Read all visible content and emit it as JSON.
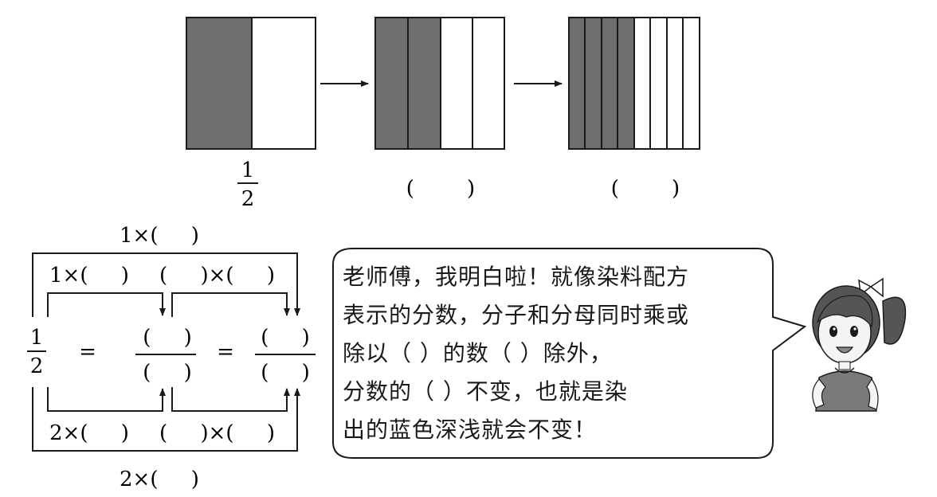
{
  "strip": {
    "fraction_num": "1",
    "fraction_den": "2",
    "blank_2": "(        )",
    "blank_3": "(        )",
    "shade_color": "#6e6e6e"
  },
  "equation": {
    "top_outer": "1×(     )",
    "top_inner_left": "1×(     )",
    "top_inner_right": "(     )×(     )",
    "lhs_num": "1",
    "lhs_den": "2",
    "eq1": "=",
    "eq2": "=",
    "mid_num": "(     )",
    "mid_den": "(     )",
    "right_num": "(     )",
    "right_den": "(     )",
    "bottom_inner_left": "2×(     )",
    "bottom_inner_right": "(     )×(     )",
    "bottom_outer": "2×(     )"
  },
  "speech": {
    "lines": [
      "老师傅，我明白啦！就像染料配方",
      "表示的分数，分子和分母同时乘或",
      "除以（        ）的数（        ）除外，",
      "分数的（          ）不变，也就是染",
      "出的蓝色深浅就会不变！"
    ]
  },
  "character": {
    "icon": "girl-character-icon",
    "hair_color": "#555555",
    "shirt_color": "#7a7a7a"
  }
}
